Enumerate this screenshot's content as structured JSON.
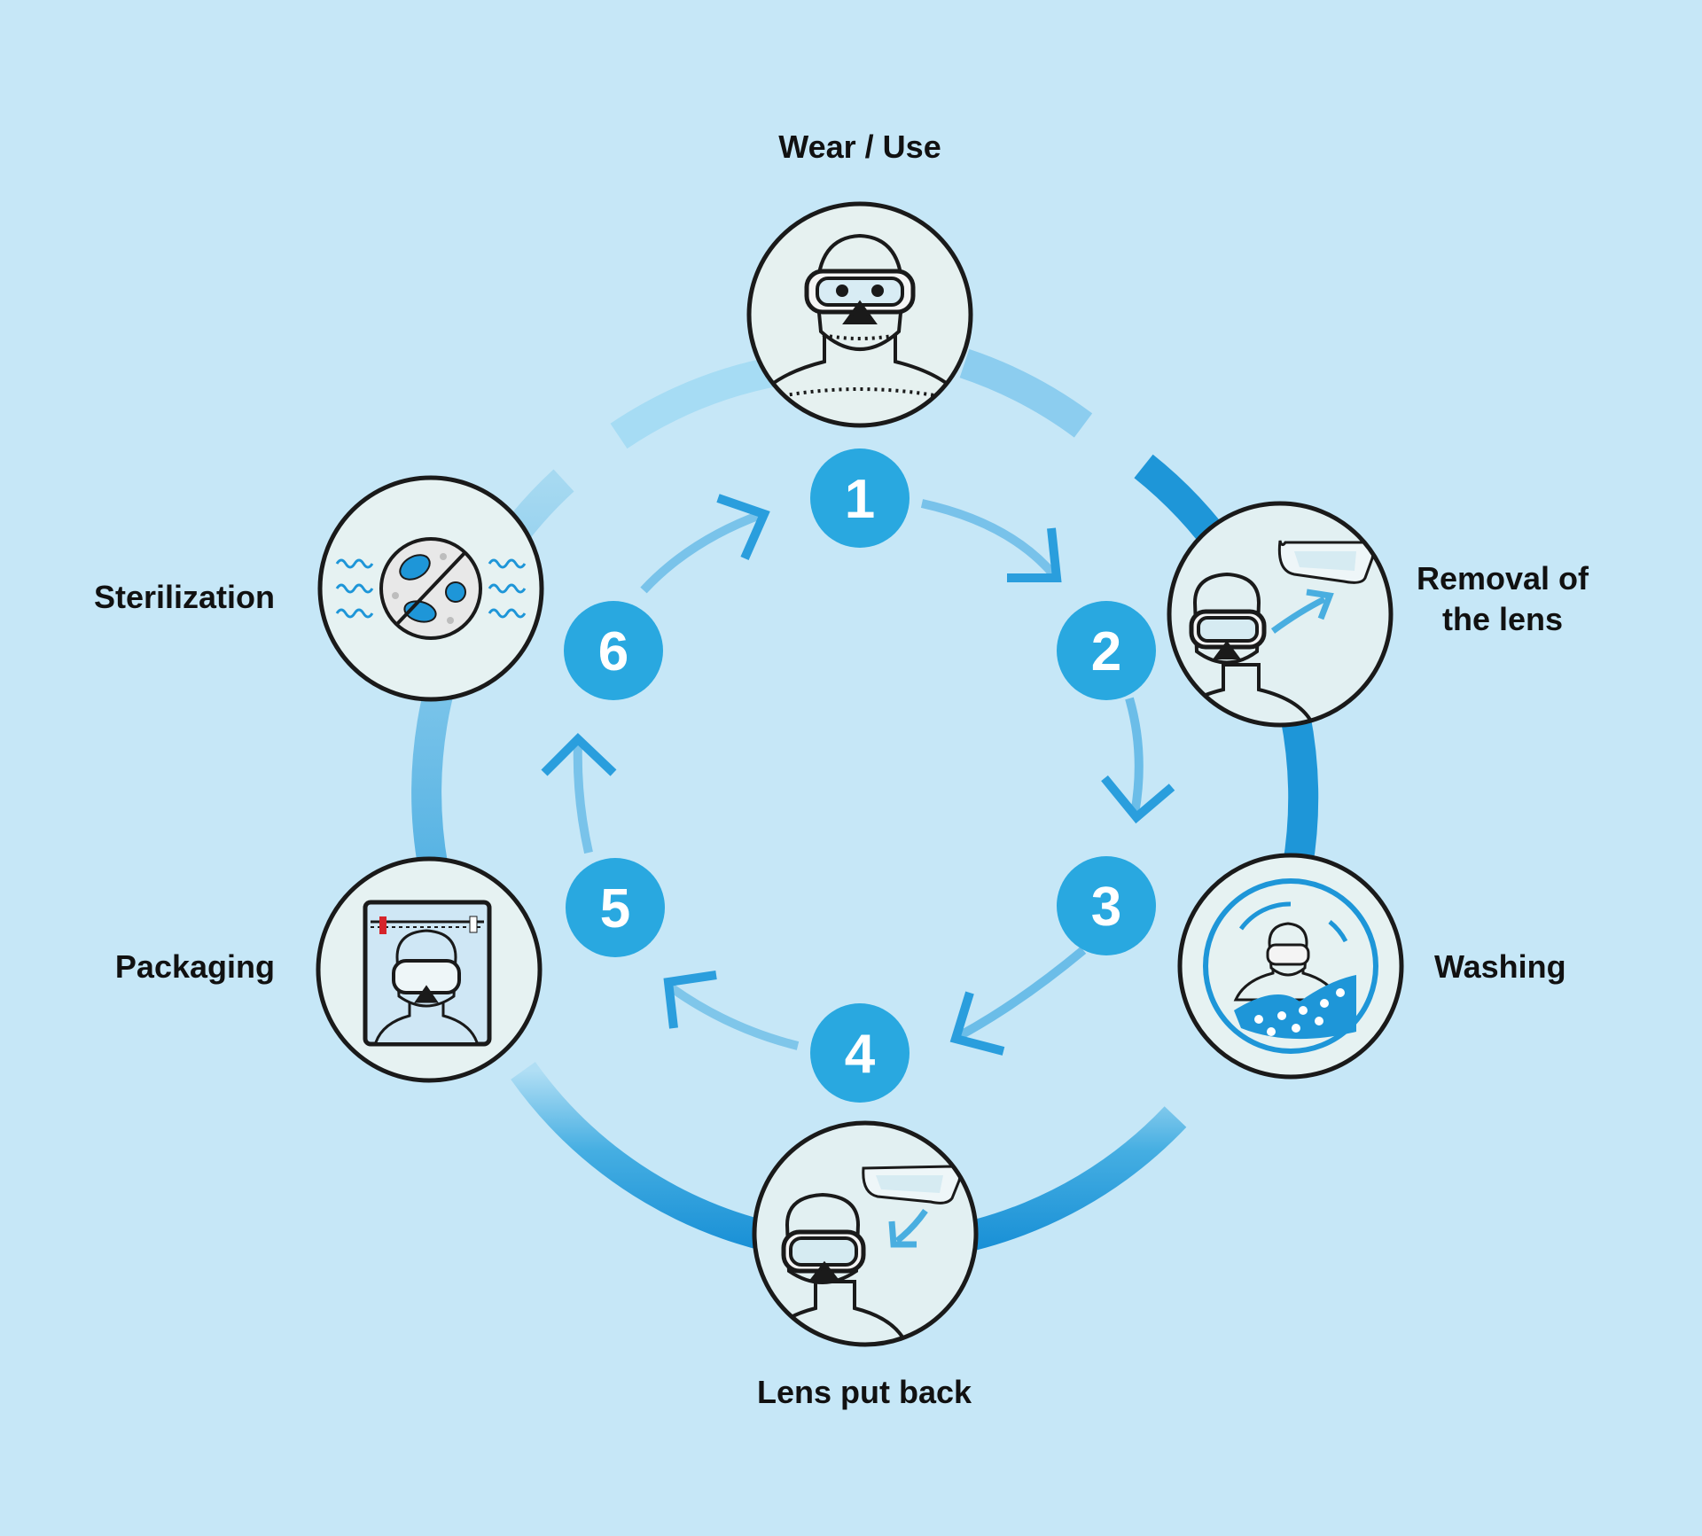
{
  "steps": [
    {
      "number": "1",
      "label": "Wear / Use"
    },
    {
      "number": "2",
      "label_line1": "Removal of",
      "label_line2": "the lens"
    },
    {
      "number": "3",
      "label": "Washing"
    },
    {
      "number": "4",
      "label": "Lens put back"
    },
    {
      "number": "5",
      "label": "Packaging"
    },
    {
      "number": "6",
      "label": "Sterilization"
    }
  ],
  "colors": {
    "background": "#c6e7f7",
    "badge": "#29a8e0",
    "ring_dark": "#1e96d8",
    "ring_light": "#95d2ef",
    "outline": "#1a1a1a"
  },
  "icons": [
    "wearer-icon",
    "lens-removal-icon",
    "washing-icon",
    "lens-refit-icon",
    "packaging-icon",
    "sterilization-icon"
  ]
}
